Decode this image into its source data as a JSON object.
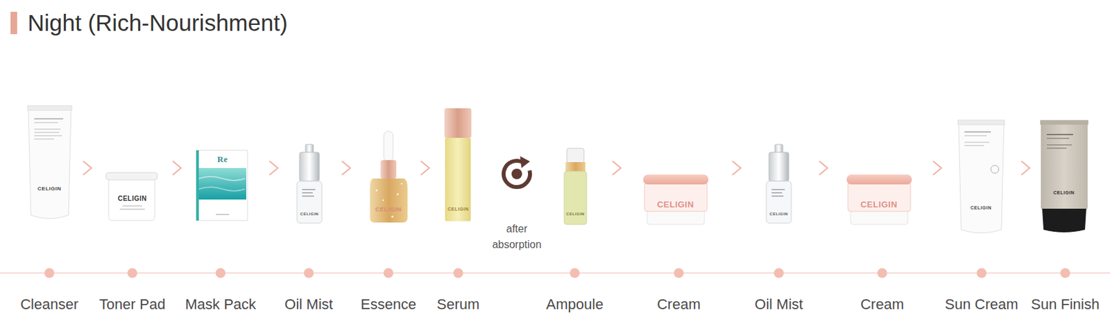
{
  "diagram": {
    "title": "Night (Rich-Nourishment)",
    "nodes": [
      {
        "text": [
          "Cleanser"
        ]
      },
      {
        "text": [
          "Toner Pad"
        ]
      },
      {
        "text": [
          "Mask Pack"
        ]
      },
      {
        "text": [
          "Oil Mist"
        ]
      },
      {
        "text": [
          "Essence"
        ]
      },
      {
        "text": [
          "Serum"
        ]
      },
      {
        "text": [
          "Ampoule"
        ]
      },
      {
        "text": [
          "Cream"
        ]
      },
      {
        "text": [
          "Oil Mist"
        ]
      },
      {
        "text": [
          "Cream"
        ]
      },
      {
        "text": [
          "Sun Cream"
        ]
      },
      {
        "text": [
          "Sun Finish"
        ]
      }
    ],
    "edges": [
      {
        "from": 0,
        "to": 1,
        "arrow": "to"
      },
      {
        "from": 1,
        "to": 2,
        "arrow": "to"
      },
      {
        "from": 2,
        "to": 3,
        "arrow": "to"
      },
      {
        "from": 3,
        "to": 4,
        "arrow": "to"
      },
      {
        "from": 4,
        "to": 5,
        "arrow": "to"
      },
      {
        "from": 6,
        "to": 7,
        "arrow": "to"
      },
      {
        "from": 7,
        "to": 8,
        "arrow": "to"
      },
      {
        "from": 8,
        "to": 9,
        "arrow": "to"
      },
      {
        "from": 9,
        "to": 10,
        "arrow": "to"
      },
      {
        "from": 10,
        "to": 11,
        "arrow": "to"
      }
    ],
    "labels": [
      "CELIGIN",
      "CELIGIN",
      "Re",
      "CELIGIN",
      "CELIGIN",
      "CELIGIN",
      "after absorption",
      "CELIGIN",
      "CELIGIN",
      "CELIGIN",
      "CELIGIN",
      "CELIGIN",
      "CELIGIN"
    ]
  }
}
